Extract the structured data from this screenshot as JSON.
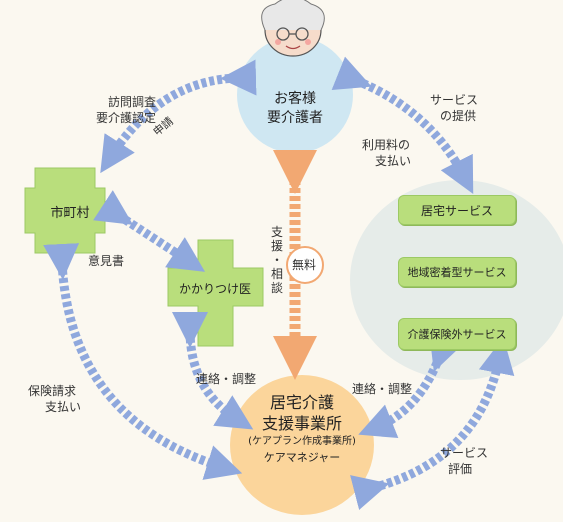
{
  "nodes": {
    "customer": {
      "line1": "お客様",
      "line2": "要介護者"
    },
    "city": {
      "label": "市町村"
    },
    "doctor": {
      "label": "かかりつけ医"
    },
    "care_office": {
      "line1": "居宅介護",
      "line2": "支援事業所",
      "line3": "(ケアプラン作成事業所)",
      "line4": "ケアマネジャー"
    },
    "services": [
      "居宅サービス",
      "地域密着型サービス",
      "介護保険外サービス"
    ]
  },
  "labels": {
    "visit_survey": "訪問調査",
    "care_certification": "要介護認定",
    "application": "申請",
    "service_provision_1": "サービス",
    "service_provision_2": "の提供",
    "fee_payment_1": "利用料の",
    "fee_payment_2": "支払い",
    "opinion": "意見書",
    "support_consult_1": "支援",
    "support_consult_2": "・",
    "support_consult_3": "相談",
    "free": "無料",
    "liaison_left": "連絡・調整",
    "liaison_right": "連絡・調整",
    "insurance_claim_1": "保険請求",
    "insurance_claim_2": "支払い",
    "service_eval_1": "サービス",
    "service_eval_2": "評価"
  },
  "colors": {
    "blue_arrow": "#8fa8dd",
    "orange_arrow": "#f2a872",
    "green": "#b9de7c",
    "customer_circle": "#cfe7f2",
    "office_circle": "#fbd59b",
    "service_ellipse": "#e6ece9"
  },
  "icons": [
    "elderly-person-icon"
  ]
}
